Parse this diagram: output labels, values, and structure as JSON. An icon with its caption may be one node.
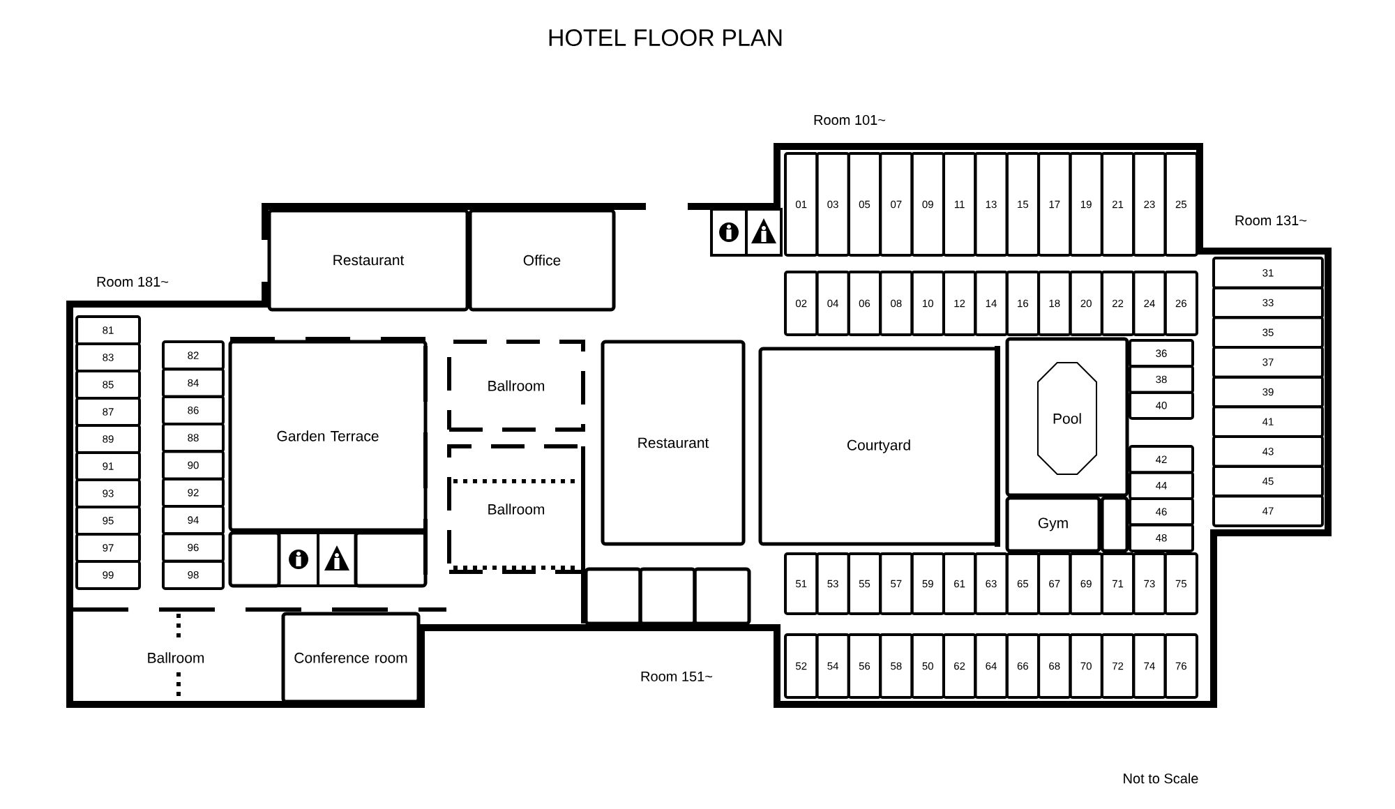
{
  "diagram": {
    "title": "HOTEL FLOOR PLAN",
    "nodes": [
      {
        "text": [
          "Restaurant"
        ]
      },
      {
        "text": [
          "Office"
        ]
      },
      {
        "text": [
          "01"
        ]
      },
      {
        "text": [
          "03"
        ]
      },
      {
        "text": [
          "05"
        ]
      },
      {
        "text": [
          "07"
        ]
      },
      {
        "text": [
          "09"
        ]
      },
      {
        "text": [
          "11"
        ]
      },
      {
        "text": [
          "13"
        ]
      },
      {
        "text": [
          "15"
        ]
      },
      {
        "text": [
          "17"
        ]
      },
      {
        "text": [
          "19"
        ]
      },
      {
        "text": [
          "21"
        ]
      },
      {
        "text": [
          "23"
        ]
      },
      {
        "text": [
          "25"
        ]
      },
      {
        "text": [
          "02"
        ]
      },
      {
        "text": [
          "04"
        ]
      },
      {
        "text": [
          "06"
        ]
      },
      {
        "text": [
          "08"
        ]
      },
      {
        "text": [
          "10"
        ]
      },
      {
        "text": [
          "12"
        ]
      },
      {
        "text": [
          "14"
        ]
      },
      {
        "text": [
          "16"
        ]
      },
      {
        "text": [
          "18"
        ]
      },
      {
        "text": [
          "20"
        ]
      },
      {
        "text": [
          "22"
        ]
      },
      {
        "text": [
          "24"
        ]
      },
      {
        "text": [
          "26"
        ]
      },
      {
        "text": [
          "31"
        ]
      },
      {
        "text": [
          "33"
        ]
      },
      {
        "text": [
          "35"
        ]
      },
      {
        "text": [
          "37"
        ]
      },
      {
        "text": [
          "39"
        ]
      },
      {
        "text": [
          "41"
        ]
      },
      {
        "text": [
          "43"
        ]
      },
      {
        "text": [
          "45"
        ]
      },
      {
        "text": [
          "47"
        ]
      },
      {
        "text": [
          "81"
        ]
      },
      {
        "text": [
          "83"
        ]
      },
      {
        "text": [
          "85"
        ]
      },
      {
        "text": [
          "87"
        ]
      },
      {
        "text": [
          "89"
        ]
      },
      {
        "text": [
          "91"
        ]
      },
      {
        "text": [
          "93"
        ]
      },
      {
        "text": [
          "95"
        ]
      },
      {
        "text": [
          "97"
        ]
      },
      {
        "text": [
          "99"
        ]
      },
      {
        "text": [
          "82"
        ]
      },
      {
        "text": [
          "84"
        ]
      },
      {
        "text": [
          "86"
        ]
      },
      {
        "text": [
          "88"
        ]
      },
      {
        "text": [
          "90"
        ]
      },
      {
        "text": [
          "92"
        ]
      },
      {
        "text": [
          "94"
        ]
      },
      {
        "text": [
          "96"
        ]
      },
      {
        "text": [
          "98"
        ]
      },
      {
        "text": [
          "Garden Terrace"
        ]
      },
      {
        "text": [
          "Ballroom"
        ]
      },
      {
        "text": [
          "Restaurant"
        ]
      },
      {
        "text": [
          "Courtyard"
        ]
      },
      {
        "text": [
          "Pool"
        ]
      },
      {
        "text": [
          "36"
        ]
      },
      {
        "text": [
          "38"
        ]
      },
      {
        "text": [
          "40"
        ]
      },
      {
        "text": [
          "42"
        ]
      },
      {
        "text": [
          "44"
        ]
      },
      {
        "text": [
          "46"
        ]
      },
      {
        "text": [
          "48"
        ]
      },
      {
        "text": [
          "Ballroom"
        ]
      },
      {
        "text": [
          "Gym"
        ]
      },
      {
        "text": [],
        "shape": "box"
      },
      {
        "text": [],
        "shape": "box"
      },
      {
        "text": [],
        "shape": "box"
      },
      {
        "text": [],
        "shape": "box"
      },
      {
        "text": [],
        "shape": "box"
      },
      {
        "text": [],
        "shape": "box"
      },
      {
        "text": [
          "Ballroom"
        ]
      },
      {
        "text": [
          "Conference room"
        ]
      },
      {
        "text": [
          "51"
        ]
      },
      {
        "text": [
          "53"
        ]
      },
      {
        "text": [
          "55"
        ]
      },
      {
        "text": [
          "57"
        ]
      },
      {
        "text": [
          "59"
        ]
      },
      {
        "text": [
          "61"
        ]
      },
      {
        "text": [
          "63"
        ]
      },
      {
        "text": [
          "65"
        ]
      },
      {
        "text": [
          "67"
        ]
      },
      {
        "text": [
          "69"
        ]
      },
      {
        "text": [
          "71"
        ]
      },
      {
        "text": [
          "73"
        ]
      },
      {
        "text": [
          "75"
        ]
      },
      {
        "text": [
          "52"
        ]
      },
      {
        "text": [
          "54"
        ]
      },
      {
        "text": [
          "56"
        ]
      },
      {
        "text": [
          "58"
        ]
      },
      {
        "text": [
          "50"
        ]
      },
      {
        "text": [
          "62"
        ]
      },
      {
        "text": [
          "64"
        ]
      },
      {
        "text": [
          "66"
        ]
      },
      {
        "text": [
          "68"
        ]
      },
      {
        "text": [
          "70"
        ]
      },
      {
        "text": [
          "72"
        ]
      },
      {
        "text": [
          "74"
        ]
      },
      {
        "text": [
          "76"
        ]
      }
    ],
    "labels": [
      "Room 101~",
      "Room 131~",
      "Room 181~",
      "Room 151~",
      "Not to Scale"
    ]
  }
}
